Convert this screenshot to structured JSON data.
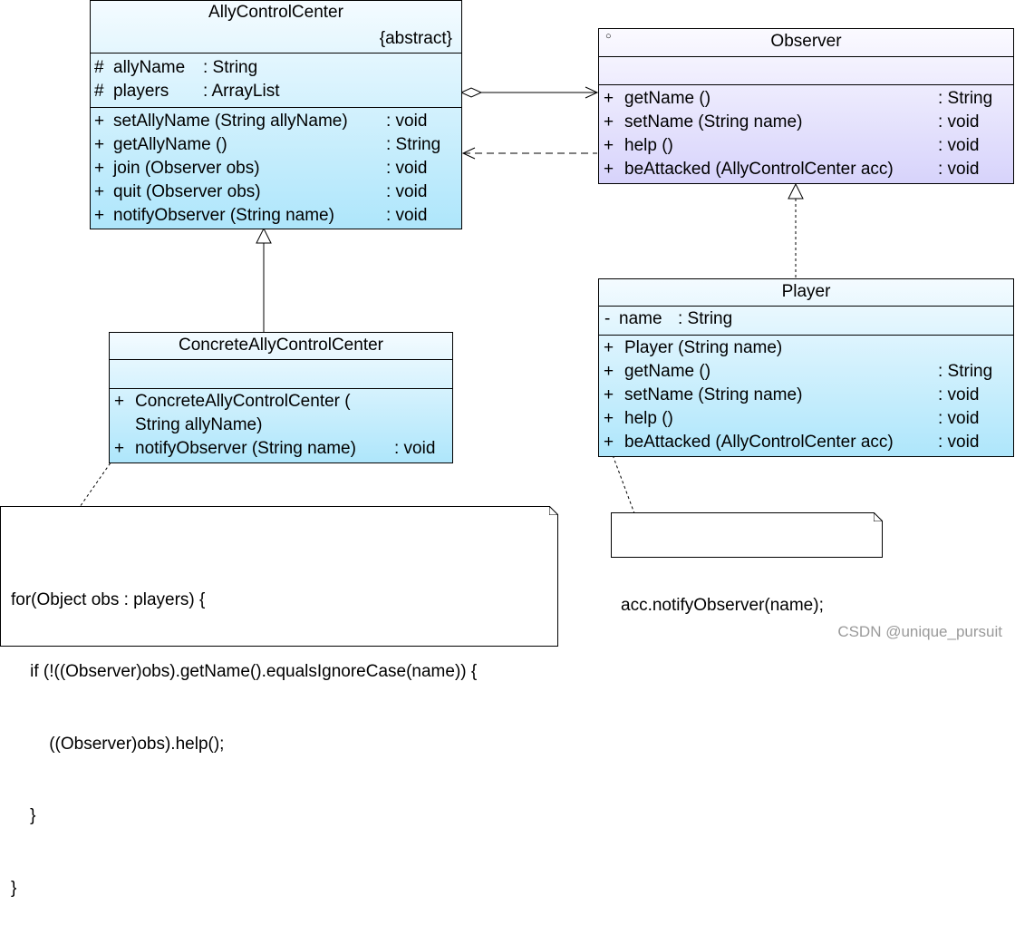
{
  "classes": {
    "ally_control_center": {
      "name": "AllyControlCenter",
      "stereotype": "{abstract}",
      "attributes": [
        {
          "vis": "#",
          "name": "allyName",
          "type": ": String"
        },
        {
          "vis": "#",
          "name": "players",
          "type": ": ArrayList"
        }
      ],
      "operations": [
        {
          "vis": "+",
          "name": "setAllyName (String allyName)",
          "type": ": void"
        },
        {
          "vis": "+",
          "name": "getAllyName ()",
          "type": ": String"
        },
        {
          "vis": "+",
          "name": "join (Observer obs)",
          "type": ": void"
        },
        {
          "vis": "+",
          "name": "quit (Observer obs)",
          "type": ": void"
        },
        {
          "vis": "+",
          "name": "notifyObserver (String name)",
          "type": ": void"
        }
      ]
    },
    "observer": {
      "name": "Observer",
      "marker": "○",
      "operations": [
        {
          "vis": "+",
          "name": "getName ()",
          "type": ": String"
        },
        {
          "vis": "+",
          "name": "setName (String name)",
          "type": ": void"
        },
        {
          "vis": "+",
          "name": "help ()",
          "type": ": void"
        },
        {
          "vis": "+",
          "name": "beAttacked (AllyControlCenter acc)",
          "type": ": void"
        }
      ]
    },
    "concrete_ally_control_center": {
      "name": "ConcreteAllyControlCenter",
      "operations": [
        {
          "vis": "+",
          "name": "ConcreteAllyControlCenter (",
          "type": ""
        },
        {
          "vis": "",
          "name": "String allyName)",
          "type": ""
        },
        {
          "vis": "+",
          "name": "notifyObserver (String name)",
          "type": ": void"
        }
      ]
    },
    "player": {
      "name": "Player",
      "attributes": [
        {
          "vis": "-",
          "name": "name",
          "type": ": String"
        }
      ],
      "operations": [
        {
          "vis": "+",
          "name": "Player (String name)",
          "type": ""
        },
        {
          "vis": "+",
          "name": "getName ()",
          "type": ": String"
        },
        {
          "vis": "+",
          "name": "setName (String name)",
          "type": ": void"
        },
        {
          "vis": "+",
          "name": "help ()",
          "type": ": void"
        },
        {
          "vis": "+",
          "name": "beAttacked (AllyControlCenter acc)",
          "type": ": void"
        }
      ]
    }
  },
  "notes": {
    "notify_loop": [
      "for(Object obs : players) {",
      "    if (!((Observer)obs).getName().equalsIgnoreCase(name)) {",
      "        ((Observer)obs).help();",
      "    }",
      "}"
    ],
    "notify_call": [
      "acc.notifyObserver(name);"
    ]
  },
  "watermark": "CSDN @unique_pursuit",
  "colors": {
    "class_fill_blue": "#aee6fb",
    "class_fill_purple": "#d7d3fb",
    "line": "#000000",
    "watermark": "#9a9a9a"
  }
}
